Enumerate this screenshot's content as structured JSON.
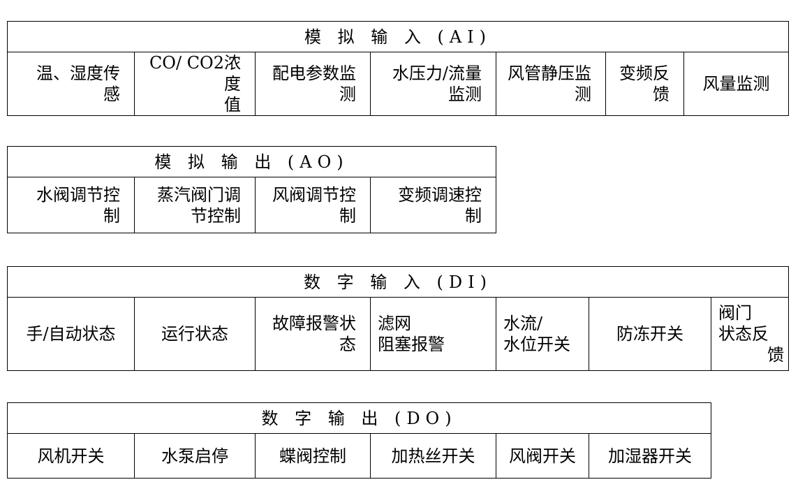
{
  "ai": {
    "title": "模 拟 输 入 (AI)",
    "cells": [
      [
        "温、湿度传",
        "感"
      ],
      [
        "CO/ CO2浓度",
        "值"
      ],
      [
        "配电参数监",
        "测"
      ],
      [
        "水压力/流量",
        "监测"
      ],
      [
        "风管静压监",
        "测"
      ],
      [
        "变频反",
        "馈"
      ],
      [
        "风量监测"
      ]
    ]
  },
  "ao": {
    "title": "模 拟 输 出 (AO)",
    "cells": [
      [
        "水阀调节控",
        "制"
      ],
      [
        "蒸汽阀门调",
        "节控制"
      ],
      [
        "风阀调节控",
        "制"
      ],
      [
        "变频调速控",
        "制"
      ]
    ]
  },
  "di": {
    "title": "数 字 输 入 (DI)",
    "cells": [
      [
        "手/自动状态"
      ],
      [
        "运行状态"
      ],
      [
        "故障报警状",
        "态"
      ],
      [
        "滤网",
        "阻塞报警"
      ],
      [
        "水流/",
        "水位开关"
      ],
      [
        "防冻开关"
      ],
      [
        "阀门",
        "状态反",
        "馈"
      ]
    ]
  },
  "do": {
    "title": "数 字 输 出 (DO)",
    "cells": [
      [
        "风机开关"
      ],
      [
        "水泵启停"
      ],
      [
        "蝶阀控制"
      ],
      [
        "加热丝开关"
      ],
      [
        "风阀开关"
      ],
      [
        "加湿器开关"
      ]
    ]
  }
}
